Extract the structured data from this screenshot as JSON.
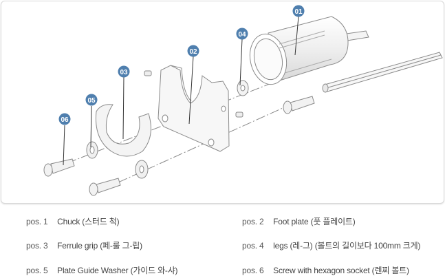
{
  "diagram": {
    "callouts": [
      "01",
      "02",
      "03",
      "04",
      "05",
      "06"
    ],
    "colors": {
      "callout_fill": "#4f7fae",
      "callout_text": "#ffffff",
      "outline": "#8a8a8a",
      "leader": "#333333",
      "part_fill": "#f7f7f7"
    }
  },
  "legend": [
    {
      "pos": "pos. 1",
      "name": "Chuck (스터드 척)"
    },
    {
      "pos": "pos. 2",
      "name": "Foot plate (풋 플레이트)"
    },
    {
      "pos": "pos. 3",
      "name": "Ferrule grip  (페-룰 그-립)"
    },
    {
      "pos": "pos. 4",
      "name": "legs (레-그)  (볼트의 길이보다 100mm 크게)"
    },
    {
      "pos": "pos. 5",
      "name": "Plate Guide Washer  (가이드 와-샤)"
    },
    {
      "pos": "pos. 6",
      "name": "Screw with hexagon socket   (렌찌 볼트)"
    }
  ]
}
